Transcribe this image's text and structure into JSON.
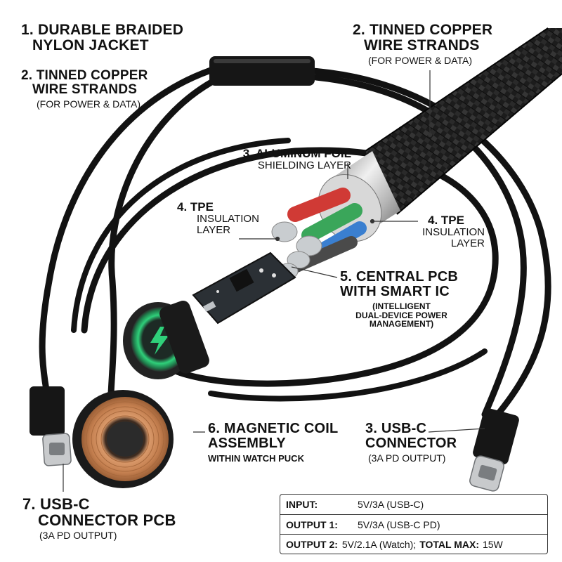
{
  "labels": {
    "jacket": {
      "line1": "1. DURABLE BRAIDED",
      "line2": "NYLON JACKET"
    },
    "copper_right": {
      "line1": "2. TINNED COPPER",
      "line2": "WIRE STRANDS",
      "sub": "(FOR POWER & DATA)"
    },
    "copper_left": {
      "line1": "2. TINNED COPPER",
      "line2": "WIRE STRANDS",
      "sub": "(FOR POWER & DATA)"
    },
    "foil": {
      "line1": "3. ALUMINUM FOIL",
      "line2": "SHIELDING LAYER"
    },
    "tpe_left": {
      "line1": "4. TPE",
      "line2": "INSULATION",
      "line3": "LAYER"
    },
    "tpe_right": {
      "line1": "4. TPE",
      "line2": "INSULATION",
      "line3": "LAYER"
    },
    "pcb": {
      "line1": "5. CENTRAL PCB",
      "line2": "WITH SMART IC",
      "sub1": "(INTELLIGENT",
      "sub2": "DUAL-DEVICE POWER",
      "sub3": "MANAGEMENT)"
    },
    "coil": {
      "line1": "6. MAGNETIC COIL",
      "line2": "ASSEMBLY",
      "sub": "WITHIN WATCH PUCK"
    },
    "usbc_right": {
      "line1": "3. USB-C",
      "line2": "CONNECTOR",
      "sub": "(3A PD OUTPUT)"
    },
    "usbc_left": {
      "line1": "7. USB-C",
      "line2": "CONNECTOR PCB",
      "sub": "(3A PD OUTPUT)"
    }
  },
  "specs": [
    {
      "key": "INPUT:",
      "value": "5V/3A (USB-C)"
    },
    {
      "key": "OUTPUT 1:",
      "value": "5V/3A (USB-C PD)"
    },
    {
      "key": "OUTPUT 2:",
      "value": "5V/2.1A (Watch);",
      "key2": "TOTAL MAX:",
      "value2": "15W"
    }
  ],
  "colors": {
    "cable": "#111111",
    "braid": "#1a1a1a",
    "copper": "#c98a5a",
    "wire_red": "#d03a35",
    "wire_green": "#3aa65a",
    "wire_blue": "#3a7fd0",
    "charger_glow": "#2fd07a",
    "pcb": "#2b3035"
  },
  "icons": [
    "lightning-icon"
  ]
}
